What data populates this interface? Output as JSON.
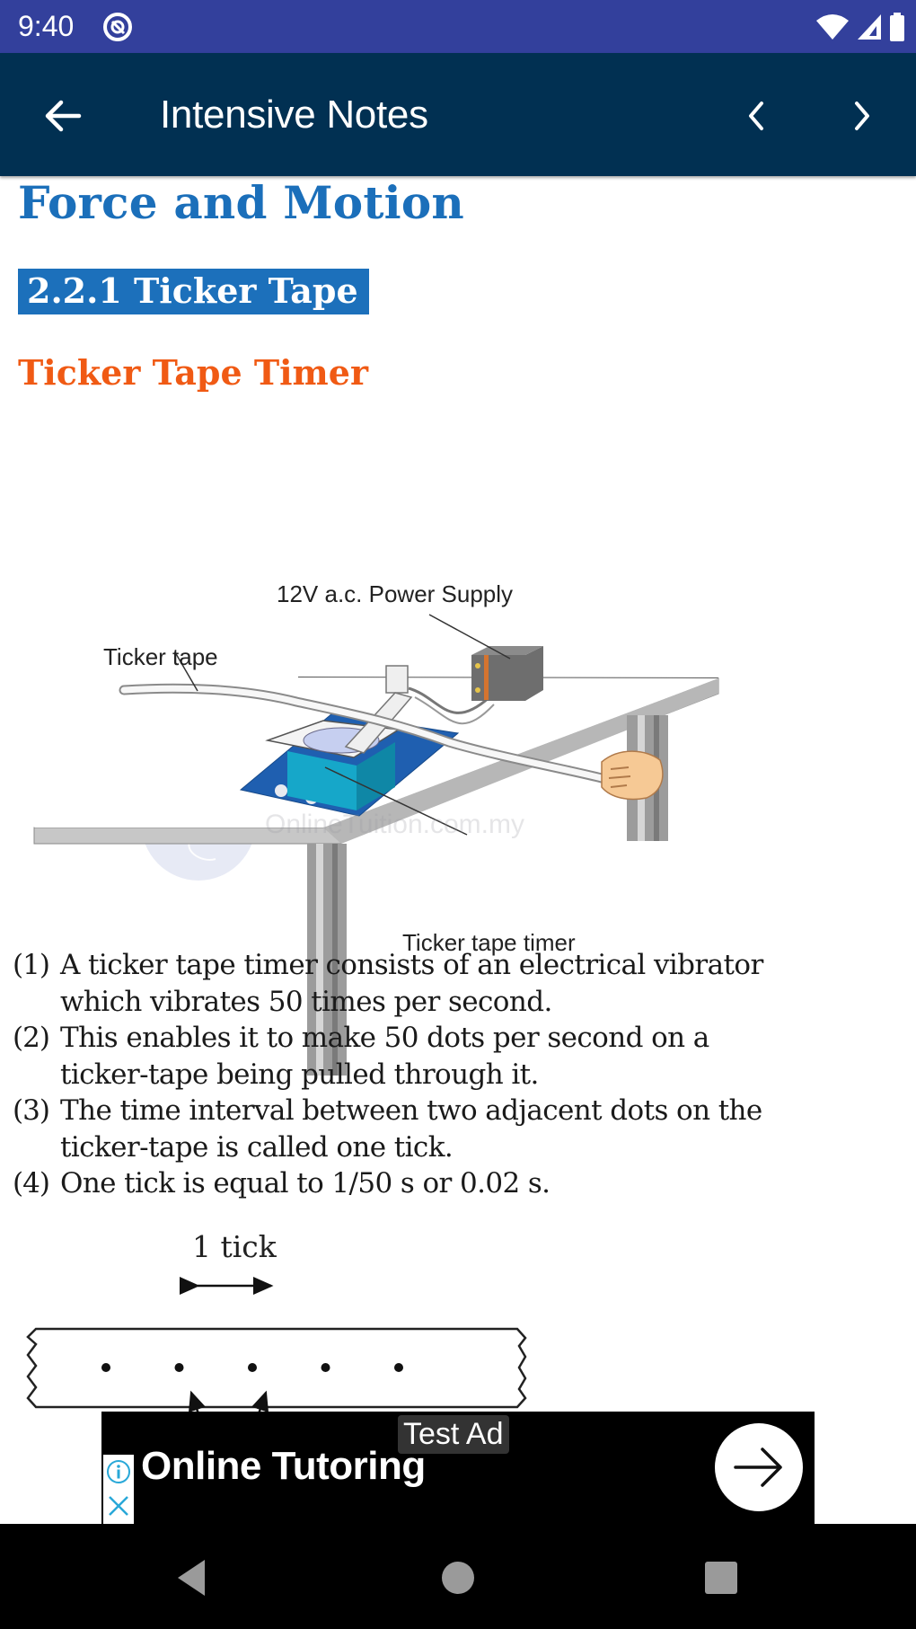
{
  "status_bar": {
    "time": "9:40",
    "icons": [
      "do-not-disturb-icon",
      "wifi-icon",
      "cellular-signal-icon",
      "battery-icon"
    ],
    "background": "#33409c"
  },
  "app_bar": {
    "title": "Intensive Notes",
    "background": "#013052",
    "back_icon": "arrow-left-icon",
    "prev_icon": "chevron-left-icon",
    "next_icon": "chevron-right-icon"
  },
  "content": {
    "chapter_title": "Force and Motion",
    "section_title": "2.2.1 Ticker Tape",
    "subsection_title": "Ticker Tape Timer",
    "colors": {
      "chapter": "#1b6fba",
      "section_bg": "#1c70bb",
      "subsection": "#f05a14"
    },
    "figure1": {
      "labels": {
        "power_supply": "12V a.c. Power Supply",
        "ticker_tape": "Ticker tape",
        "ticker_tape_timer": "Ticker tape timer"
      },
      "watermark": "OnlineTuition.com.my"
    },
    "notes": [
      {
        "num": "(1)",
        "lines": [
          "A ticker tape timer consists of an electrical vibrator",
          "which vibrates 50 times per second."
        ]
      },
      {
        "num": "(2)",
        "lines": [
          "This enables it to make 50 dots per second on a",
          "ticker-tape being pulled through it."
        ]
      },
      {
        "num": "(3)",
        "lines": [
          "The time interval between two adjacent dots on the",
          "ticker-tape is called one tick."
        ]
      },
      {
        "num": "(4)",
        "lines": [
          "One tick is equal to 1/50 s or 0.02 s."
        ]
      }
    ],
    "figure2": {
      "tick_label": "1 tick",
      "dot_count": 5
    }
  },
  "ad": {
    "badge": "Test Ad",
    "title": "Online Tutoring",
    "info_icon": "info-icon",
    "close_icon": "close-icon",
    "cta_icon": "arrow-right-icon"
  },
  "nav_bar": {
    "buttons": [
      "back-triangle-icon",
      "home-circle-icon",
      "recents-square-icon"
    ]
  }
}
